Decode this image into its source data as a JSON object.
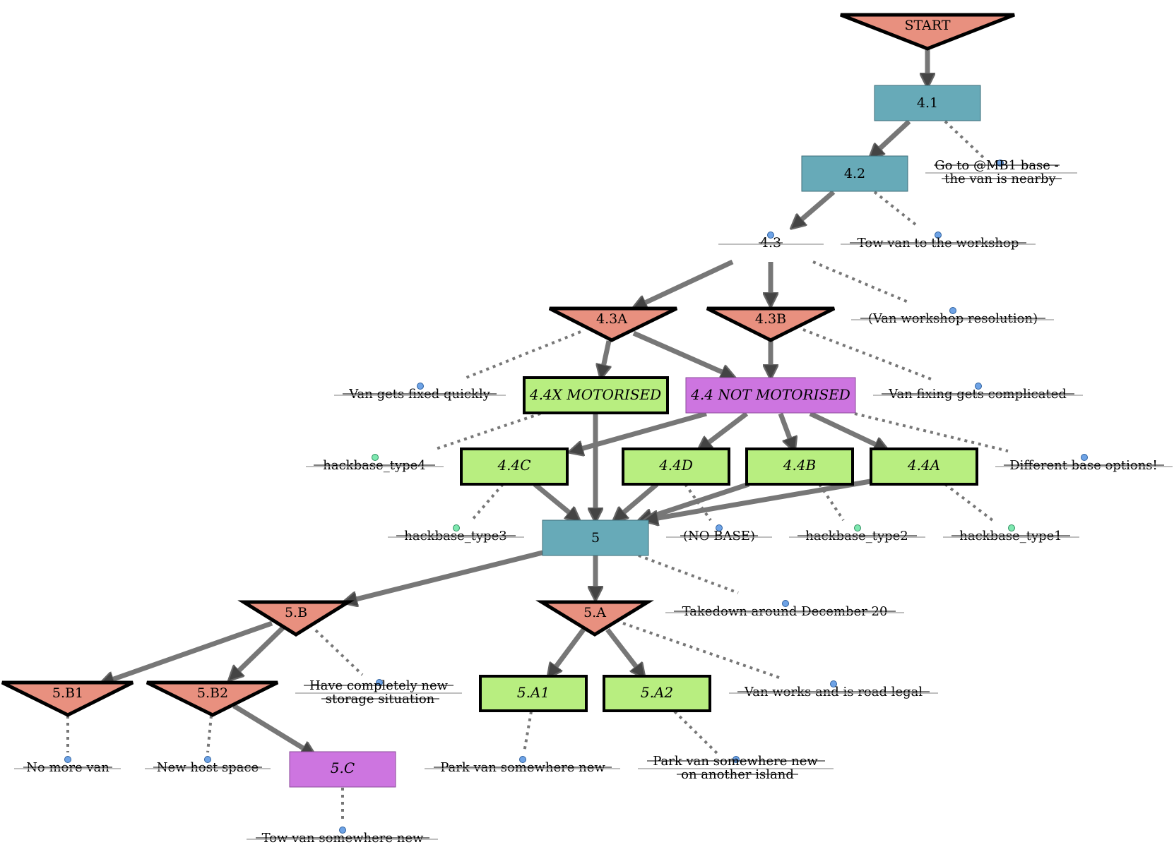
{
  "colors": {
    "decision": "#e8907f",
    "process": "#67aab8",
    "option": "#b8ee80",
    "group": "#cd75e0",
    "edge": "#777777",
    "dot_blue": "#6ea3e6",
    "dot_green": "#7ee8b0"
  },
  "nodes": {
    "start": "START",
    "n41": "4.1",
    "n42": "4.2",
    "n43": "4.3",
    "n43a": "4.3A",
    "n43b": "4.3B",
    "n44x": "4.4X MOTORISED",
    "n44nm": "4.4 NOT MOTORISED",
    "n44c": "4.4C",
    "n44d": "4.4D",
    "n44b": "4.4B",
    "n44a": "4.4A",
    "n5": "5",
    "n5b": "5.B",
    "n5a": "5.A",
    "n5b1": "5.B1",
    "n5b2": "5.B2",
    "n5a1": "5.A1",
    "n5a2": "5.A2",
    "n5c": "5.C"
  },
  "notes": {
    "mb1_l1": "Go to @MB1 base -",
    "mb1_l2": "the van is nearby",
    "tow_workshop": "Tow van to the workshop",
    "workshop_res": "(Van workshop resolution)",
    "fixed_quickly": "Van gets fixed quickly",
    "fixing_complicated": "Van fixing gets complicated",
    "hackbase4": "hackbase_type4",
    "diff_base": "Different base options!",
    "hackbase3": "hackbase_type3",
    "no_base": "(NO BASE)",
    "hackbase2": "hackbase_type2",
    "hackbase1": "hackbase_type1",
    "takedown": "Takedown around December 20",
    "storage_l1": "Have completely new",
    "storage_l2": "storage situation",
    "road_legal": "Van works and is road legal",
    "no_more_van": "No more van",
    "new_host": "New host space",
    "park_new": "Park van somewhere new",
    "park_island_l1": "Park van somewhere new",
    "park_island_l2": "on another island",
    "tow_new": "Tow van somewhere new"
  }
}
